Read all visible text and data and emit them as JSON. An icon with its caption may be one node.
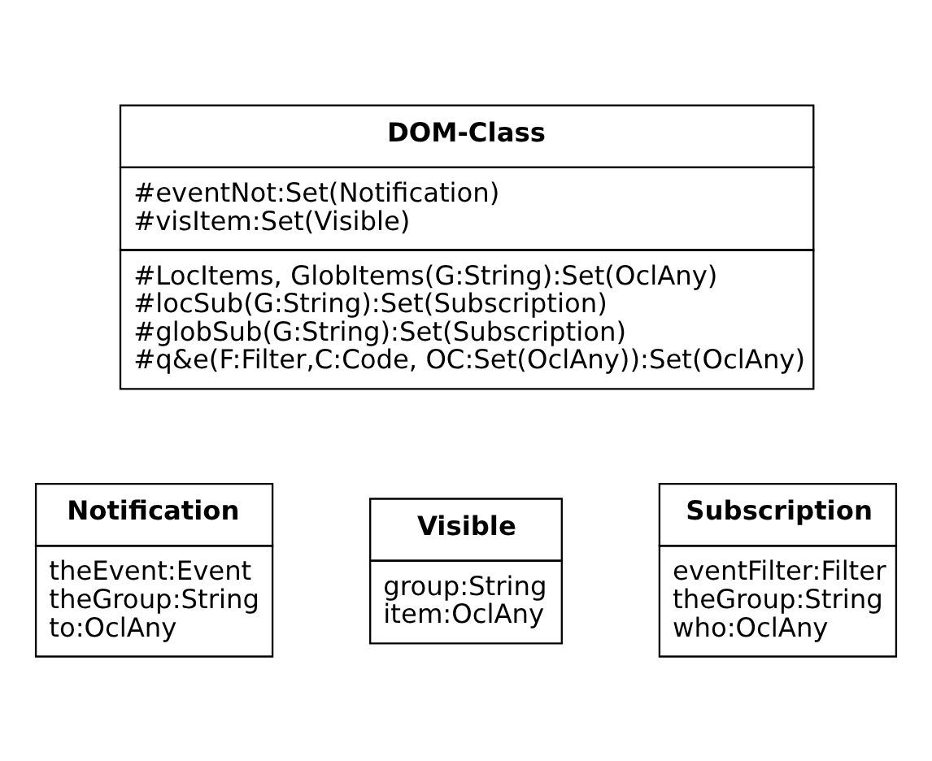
{
  "diagram": {
    "nodes": [
      {
        "text": [
          "DOM-Class",
          "#eventNot:Set(Notification)",
          "#visItem:Set(Visible)",
          "#LocItems, GlobItems(G:String):Set(OclAny)",
          "#locSub(G:String):Set(Subscription)",
          "#globSub(G:String):Set(Subscription)",
          "#q&e(F:Filter,C:Code, OC:Set(OclAny)):Set(OclAny)"
        ]
      },
      {
        "text": [
          "Notification",
          "theEvent:Event",
          "theGroup:String",
          "to:OclAny"
        ]
      },
      {
        "text": [
          "Visible",
          "group:String",
          "item:OclAny"
        ]
      },
      {
        "text": [
          "Subscription",
          "eventFilter:Filter",
          "theGroup:String",
          "who:OclAny"
        ]
      }
    ],
    "edges": []
  }
}
